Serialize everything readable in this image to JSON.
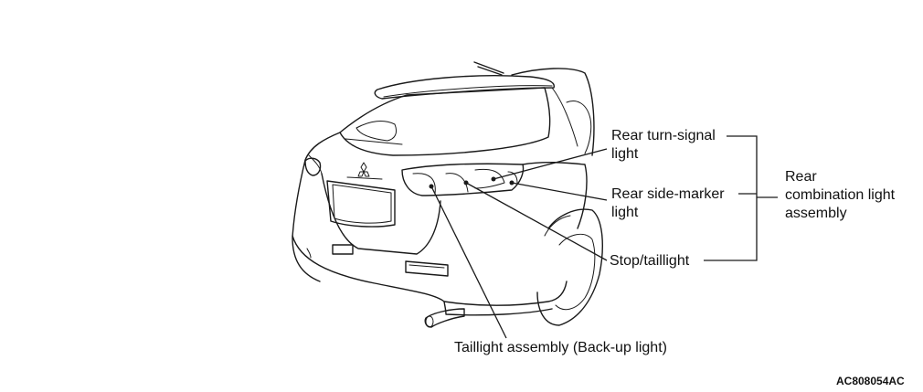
{
  "callouts": {
    "rear_turn_signal": [
      "Rear turn-signal",
      "light"
    ],
    "rear_side_marker": [
      "Rear side-marker",
      "light"
    ],
    "stop_taillight": "Stop/taillight",
    "assembly_group": [
      "Rear",
      "combination light",
      "assembly"
    ],
    "taillight_assembly": "Taillight assembly (Back-up light)"
  },
  "figure_code": "AC808054AC",
  "icons": [
    "three-diamond-emblem-icon"
  ]
}
